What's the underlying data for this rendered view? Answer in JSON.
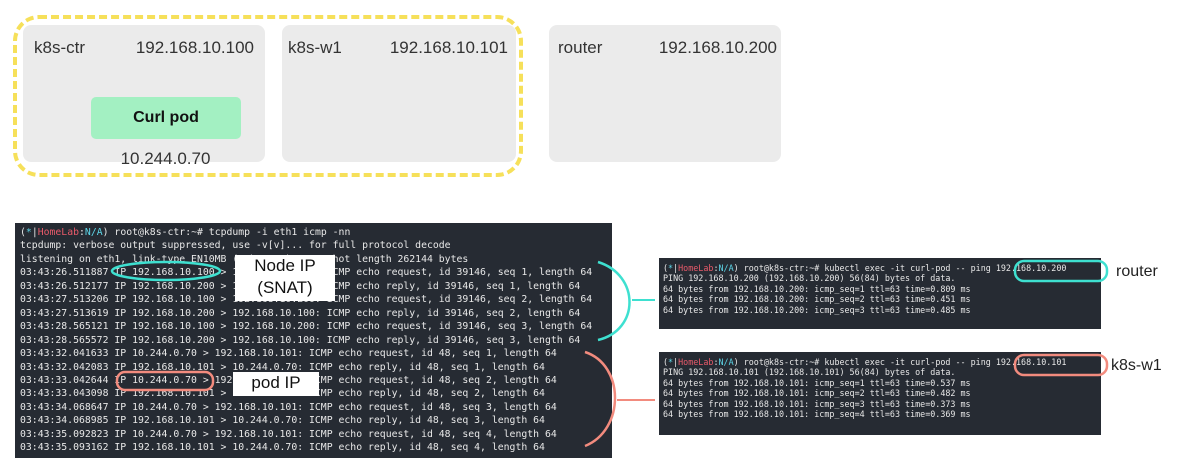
{
  "colors": {
    "cluster_outline": "#f6e05a",
    "pod_fill": "#a3f0c2",
    "node_fill": "#ebebeb",
    "terminal_bg": "#262b33",
    "snat_highlight": "#3ee0d0",
    "pod_highlight": "#f28b7e"
  },
  "nodes": {
    "ctr": {
      "name": "k8s-ctr",
      "ip": "192.168.10.100"
    },
    "w1": {
      "name": "k8s-w1",
      "ip": "192.168.10.101"
    },
    "router": {
      "name": "router",
      "ip": "192.168.10.200"
    }
  },
  "pod": {
    "label": "Curl pod",
    "ip": "10.244.0.70"
  },
  "main_terminal": {
    "prompt": {
      "mark": "*",
      "lab": "HomeLab",
      "ns": "N/A",
      "rest": "root@k8s-ctr:~# tcpdump -i eth1 icmp -nn"
    },
    "lines": [
      "tcpdump: verbose output suppressed, use -v[v]... for full protocol decode",
      "listening on eth1, link-type EN10MB (Ethernet), snapshot length 262144 bytes",
      "03:43:26.511887 IP 192.168.10.100 > 192.168.10.200: ICMP echo request, id 39146, seq 1, length 64",
      "03:43:26.512177 IP 192.168.10.200 > 192.168.10.100: ICMP echo reply, id 39146, seq 1, length 64",
      "03:43:27.513206 IP 192.168.10.100 > 192.168.10.200: ICMP echo request, id 39146, seq 2, length 64",
      "03:43:27.513619 IP 192.168.10.200 > 192.168.10.100: ICMP echo reply, id 39146, seq 2, length 64",
      "03:43:28.565121 IP 192.168.10.100 > 192.168.10.200: ICMP echo request, id 39146, seq 3, length 64",
      "03:43:28.565572 IP 192.168.10.200 > 192.168.10.100: ICMP echo reply, id 39146, seq 3, length 64",
      "03:43:32.041633 IP 10.244.0.70 > 192.168.10.101: ICMP echo request, id 48, seq 1, length 64",
      "03:43:32.042083 IP 192.168.10.101 > 10.244.0.70: ICMP echo reply, id 48, seq 1, length 64",
      "03:43:33.042644 IP 10.244.0.70 > 192.168.10.101: ICMP echo request, id 48, seq 2, length 64",
      "03:43:33.043098 IP 192.168.10.101 > 10.244.0.70: ICMP echo reply, id 48, seq 2, length 64",
      "03:43:34.068647 IP 10.244.0.70 > 192.168.10.101: ICMP echo request, id 48, seq 3, length 64",
      "03:43:34.068985 IP 192.168.10.101 > 10.244.0.70: ICMP echo reply, id 48, seq 3, length 64",
      "03:43:35.092823 IP 10.244.0.70 > 192.168.10.101: ICMP echo request, id 48, seq 4, length 64",
      "03:43:35.093162 IP 192.168.10.101 > 10.244.0.70: ICMP echo reply, id 48, seq 4, length 64"
    ]
  },
  "router_terminal": {
    "prompt": {
      "mark": "*",
      "lab": "HomeLab",
      "ns": "N/A",
      "rest": "root@k8s-ctr:~# kubectl exec -it curl-pod -- ping 192.168.10.200"
    },
    "lines": [
      "PING 192.168.10.200 (192.168.10.200) 56(84) bytes of data.",
      "64 bytes from 192.168.10.200: icmp_seq=1 ttl=63 time=0.809 ms",
      "64 bytes from 192.168.10.200: icmp_seq=2 ttl=63 time=0.451 ms",
      "64 bytes from 192.168.10.200: icmp_seq=3 ttl=63 time=0.485 ms"
    ],
    "side_label": "router"
  },
  "w1_terminal": {
    "prompt": {
      "mark": "*",
      "lab": "HomeLab",
      "ns": "N/A",
      "rest": "root@k8s-ctr:~# kubectl exec -it curl-pod -- ping 192.168.10.101"
    },
    "lines": [
      "PING 192.168.10.101 (192.168.10.101) 56(84) bytes of data.",
      "64 bytes from 192.168.10.101: icmp_seq=1 ttl=63 time=0.537 ms",
      "64 bytes from 192.168.10.101: icmp_seq=2 ttl=63 time=0.482 ms",
      "64 bytes from 192.168.10.101: icmp_seq=3 ttl=63 time=0.373 ms",
      "64 bytes from 192.168.10.101: icmp_seq=4 ttl=63 time=0.369 ms"
    ],
    "side_label": "k8s-w1"
  },
  "callouts": {
    "node_ip": "Node IP\n(SNAT)",
    "pod_ip": "pod IP"
  }
}
